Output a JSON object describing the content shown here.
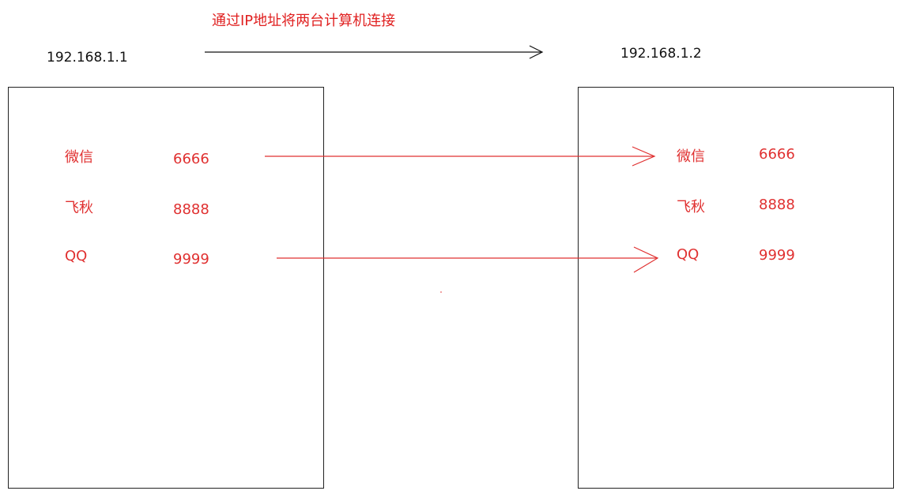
{
  "title": "通过IP地址将两台计算机连接",
  "hosts": [
    {
      "ip": "192.168.1.1",
      "apps": [
        {
          "name": "微信",
          "port": "6666"
        },
        {
          "name": "飞秋",
          "port": "8888"
        },
        {
          "name": "QQ",
          "port": "9999"
        }
      ]
    },
    {
      "ip": "192.168.1.2",
      "apps": [
        {
          "name": "微信",
          "port": "6666"
        },
        {
          "name": "飞秋",
          "port": "8888"
        },
        {
          "name": "QQ",
          "port": "9999"
        }
      ]
    }
  ],
  "colors": {
    "annotation": "#e02020",
    "text": "#111111",
    "border": "#222222"
  }
}
